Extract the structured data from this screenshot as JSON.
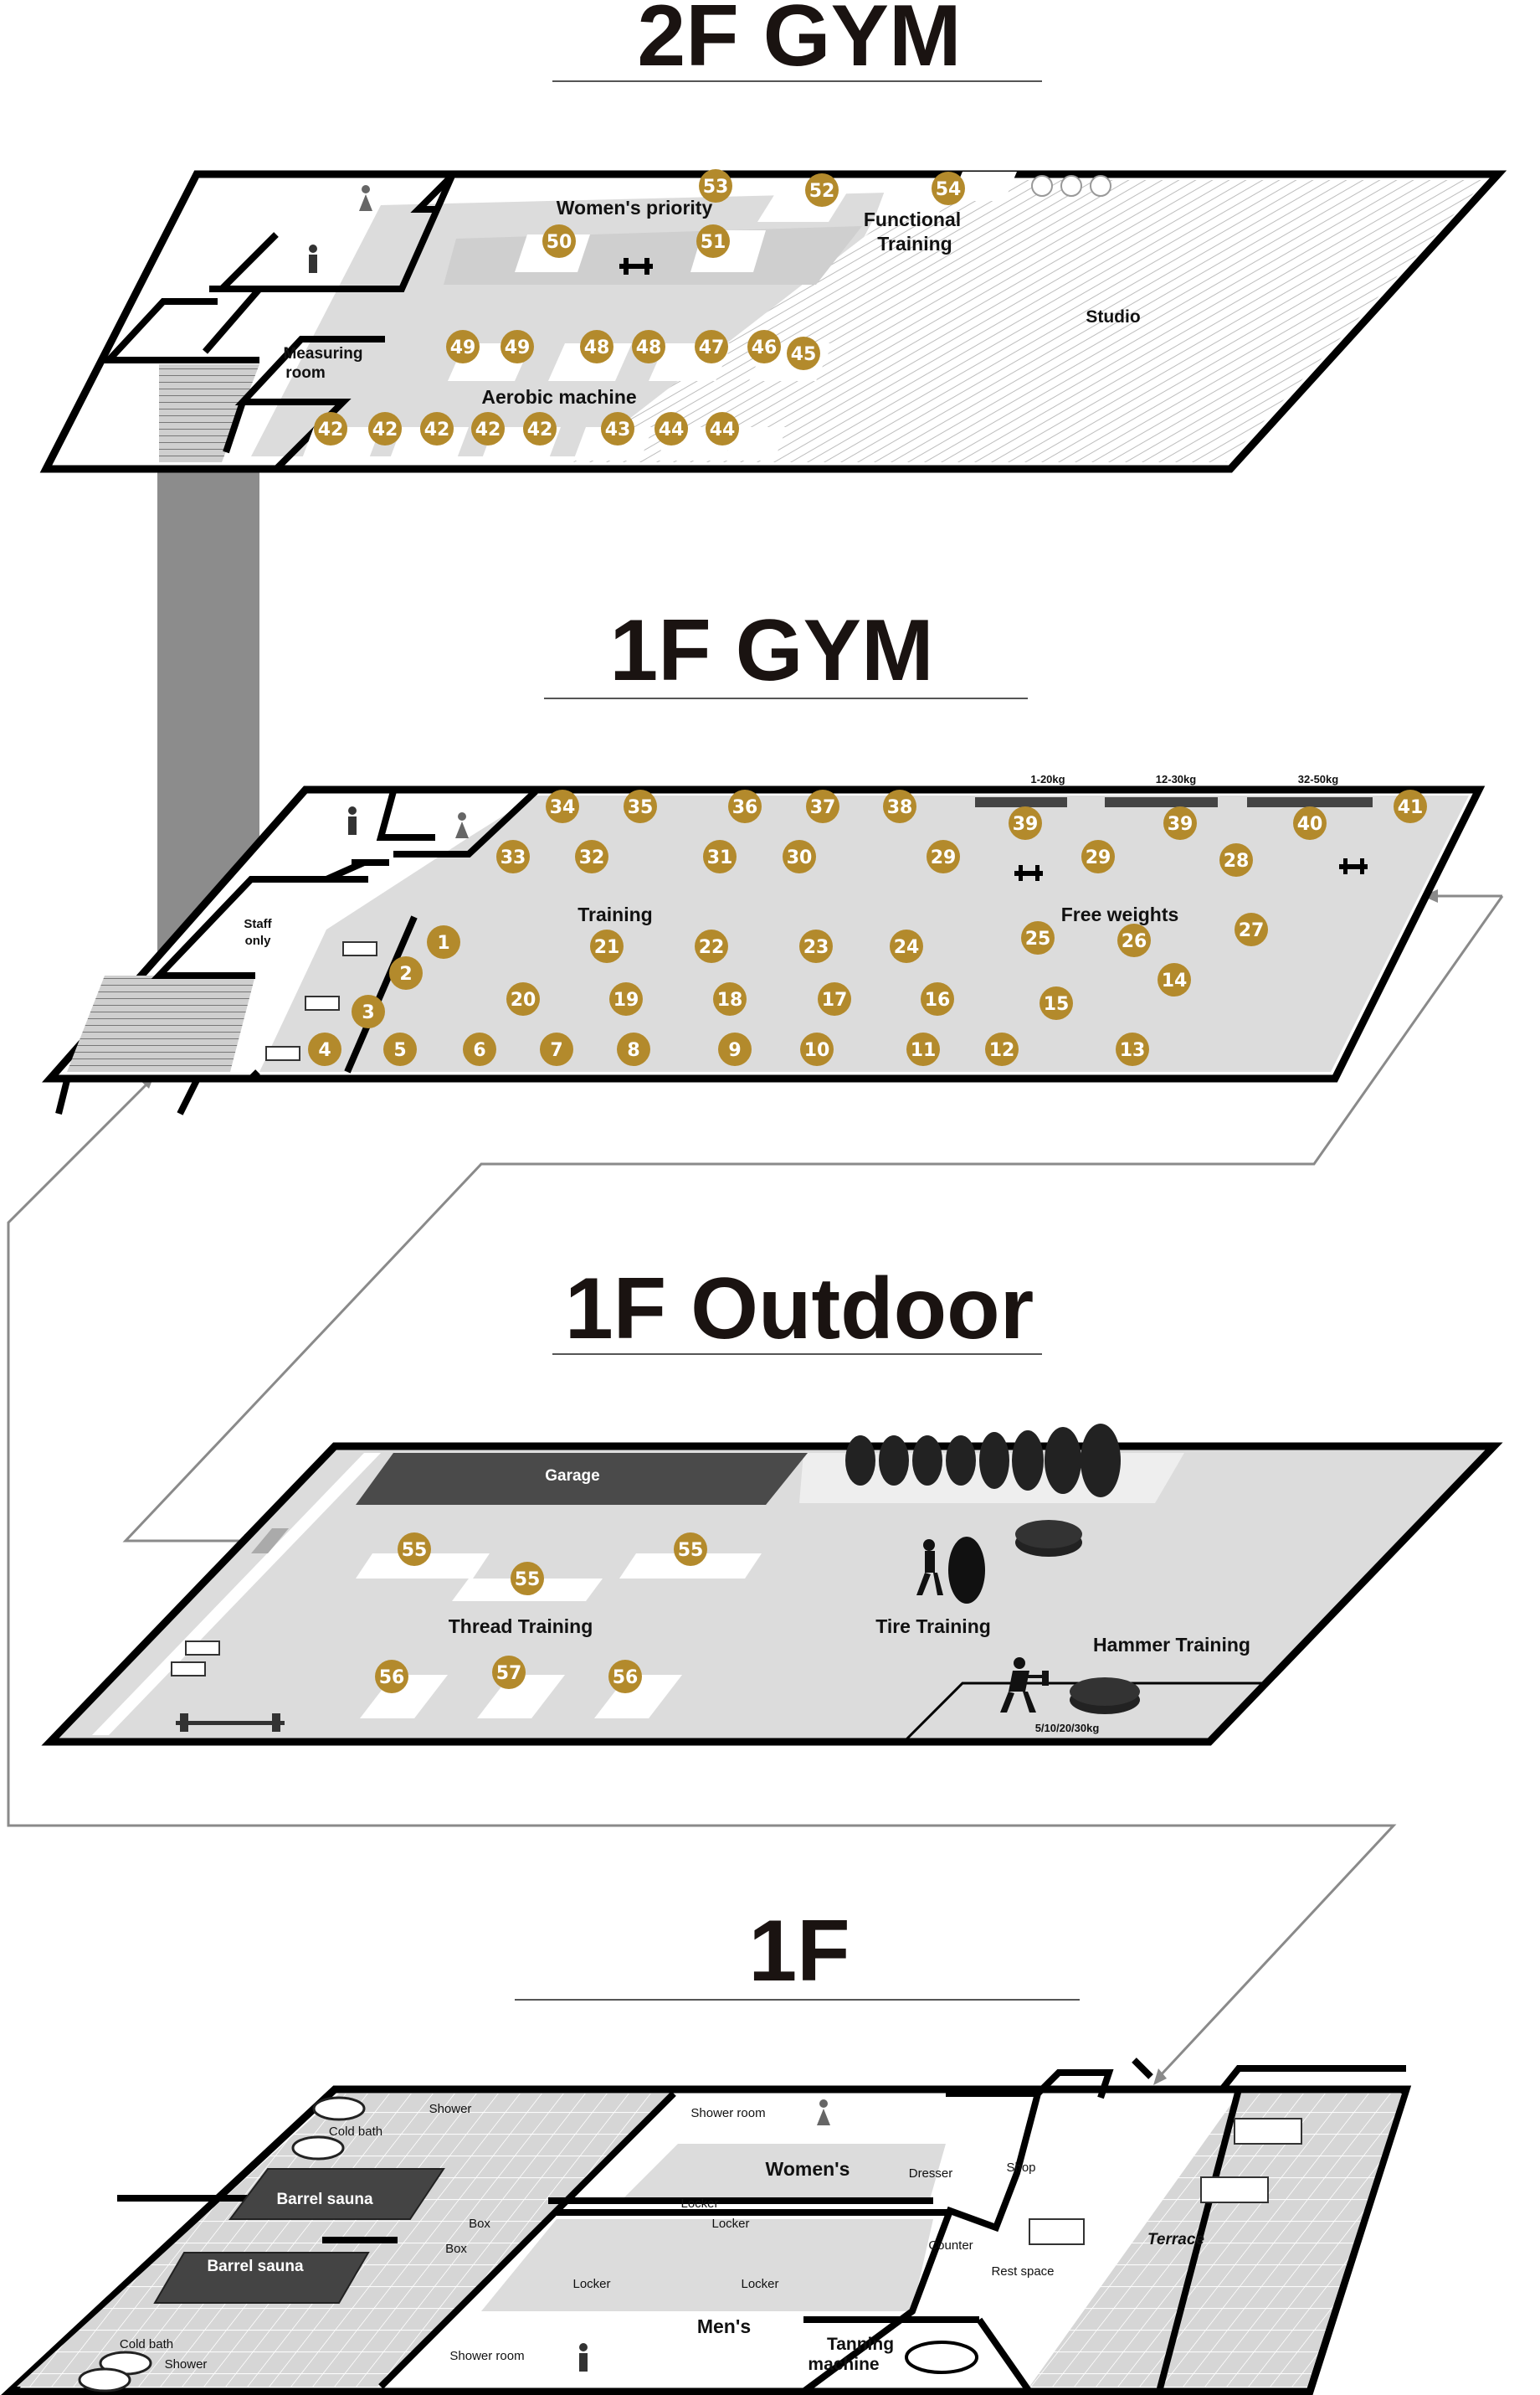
{
  "colors": {
    "badge": "#b38a2c",
    "floor": "#dedede",
    "wall": "#000000",
    "dark": "#4a4a4a",
    "title": "#1a1311",
    "arrow": "#8a8a8a",
    "stair": "#8c8c8c"
  },
  "floors": {
    "f2": {
      "title": "2F GYM",
      "labels": {
        "womens": "Women's priority",
        "functional": "Functional",
        "training": "Training",
        "studio": "Studio",
        "measuring": "Measuring",
        "room": "room",
        "aerobic": "Aerobic machine"
      },
      "badges": [
        "53",
        "52",
        "54",
        "50",
        "51",
        "49",
        "49",
        "48",
        "48",
        "47",
        "46",
        "45",
        "42",
        "42",
        "42",
        "42",
        "42",
        "43",
        "44",
        "44"
      ],
      "icons": [
        "female-restroom-icon",
        "male-restroom-icon",
        "dumbbell-icon"
      ]
    },
    "f1gym": {
      "title": "1F GYM",
      "labels": {
        "w1": "1-20kg",
        "w2": "12-30kg",
        "w3": "32-50kg",
        "training": "Training",
        "free": "Free weights",
        "staff": "Staff",
        "only": "only"
      },
      "badges": [
        "34",
        "35",
        "36",
        "37",
        "38",
        "39",
        "39",
        "40",
        "41",
        "33",
        "32",
        "31",
        "30",
        "29",
        "29",
        "28",
        "1",
        "21",
        "22",
        "23",
        "24",
        "25",
        "26",
        "27",
        "2",
        "14",
        "3",
        "20",
        "19",
        "18",
        "17",
        "16",
        "15",
        "4",
        "5",
        "6",
        "7",
        "8",
        "9",
        "10",
        "11",
        "12",
        "13"
      ],
      "icons": [
        "male-restroom-icon",
        "female-restroom-icon",
        "dumbbell-icon",
        "dumbbell-icon"
      ]
    },
    "out": {
      "title": "1F Outdoor",
      "labels": {
        "garage": "Garage",
        "thread": "Thread Training",
        "tire": "Tire Training",
        "hammer": "Hammer Training",
        "hw": "5/10/20/30kg"
      },
      "badges": [
        "55",
        "55",
        "55",
        "56",
        "57",
        "56"
      ],
      "icons": [
        "tire-stack-icon",
        "tire-flip-person-icon",
        "tire-icon",
        "hammer-person-icon",
        "tire-icon",
        "barbell-icon"
      ]
    },
    "f1": {
      "title": "1F",
      "labels": {
        "shower": "Shower",
        "coldbath": "Cold bath",
        "barrel1": "Barrel sauna",
        "box1": "Box",
        "barrel2": "Barrel sauna",
        "box2": "Box",
        "coldbath2": "Cold bath",
        "shower2": "Shower",
        "showerroom": "Shower room",
        "womens": "Women's",
        "dresser": "Dresser",
        "shop": "Shop",
        "locker1": "Locker",
        "locker2": "Locker",
        "counter": "Counter",
        "rest": "Rest space",
        "terrace": "Terrace",
        "locker3": "Locker",
        "locker4": "Locker",
        "mens": "Men's",
        "showerroom2": "Shower room",
        "tanning": "Tanning",
        "machine": "machine"
      },
      "icons": [
        "female-restroom-icon",
        "male-restroom-icon"
      ]
    }
  }
}
